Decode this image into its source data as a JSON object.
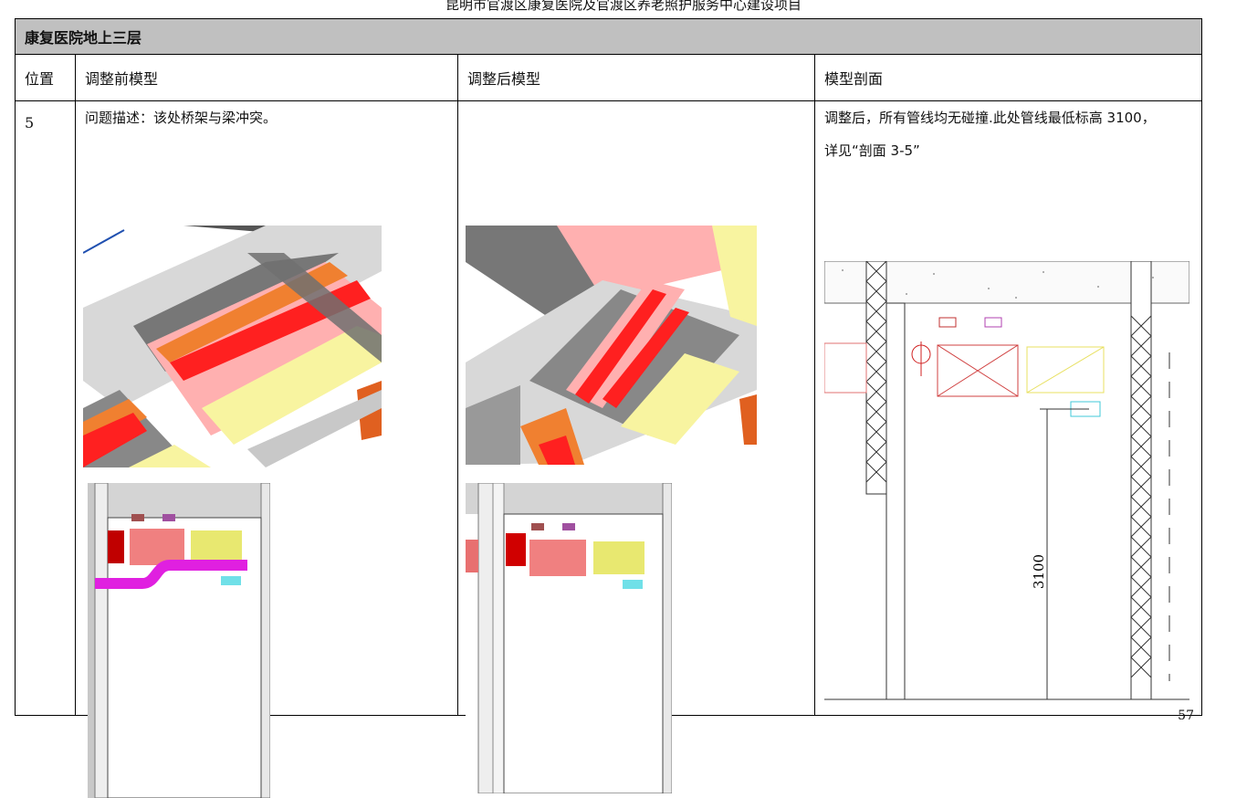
{
  "document": {
    "header": "昆明市官渡区康复医院及官渡区养老照护服务中心建设项目",
    "page_number": "57"
  },
  "table": {
    "section_title": "康复医院地上三层",
    "columns": [
      "位置",
      "调整前模型",
      "调整后模型",
      "模型剖面"
    ],
    "row": {
      "position": "5",
      "before_text": "问题描述：该处桥架与梁冲突。",
      "after_text": "",
      "section_text_line1": "调整后，所有管线均无碰撞.此处管线最低标高 3100，",
      "section_text_line2": "详见“剖面 3-5”",
      "dimension_label": "3100"
    }
  },
  "colors": {
    "section_bg": "#c0c0c0",
    "cable_tray_red": "#ff0000",
    "orange_pipe": "#f08030",
    "pink_duct": "#f4a0a0",
    "yellow_duct": "#f8f4a0",
    "magenta_pipe": "#e020e0",
    "cyan_tray": "#70e0e8"
  }
}
